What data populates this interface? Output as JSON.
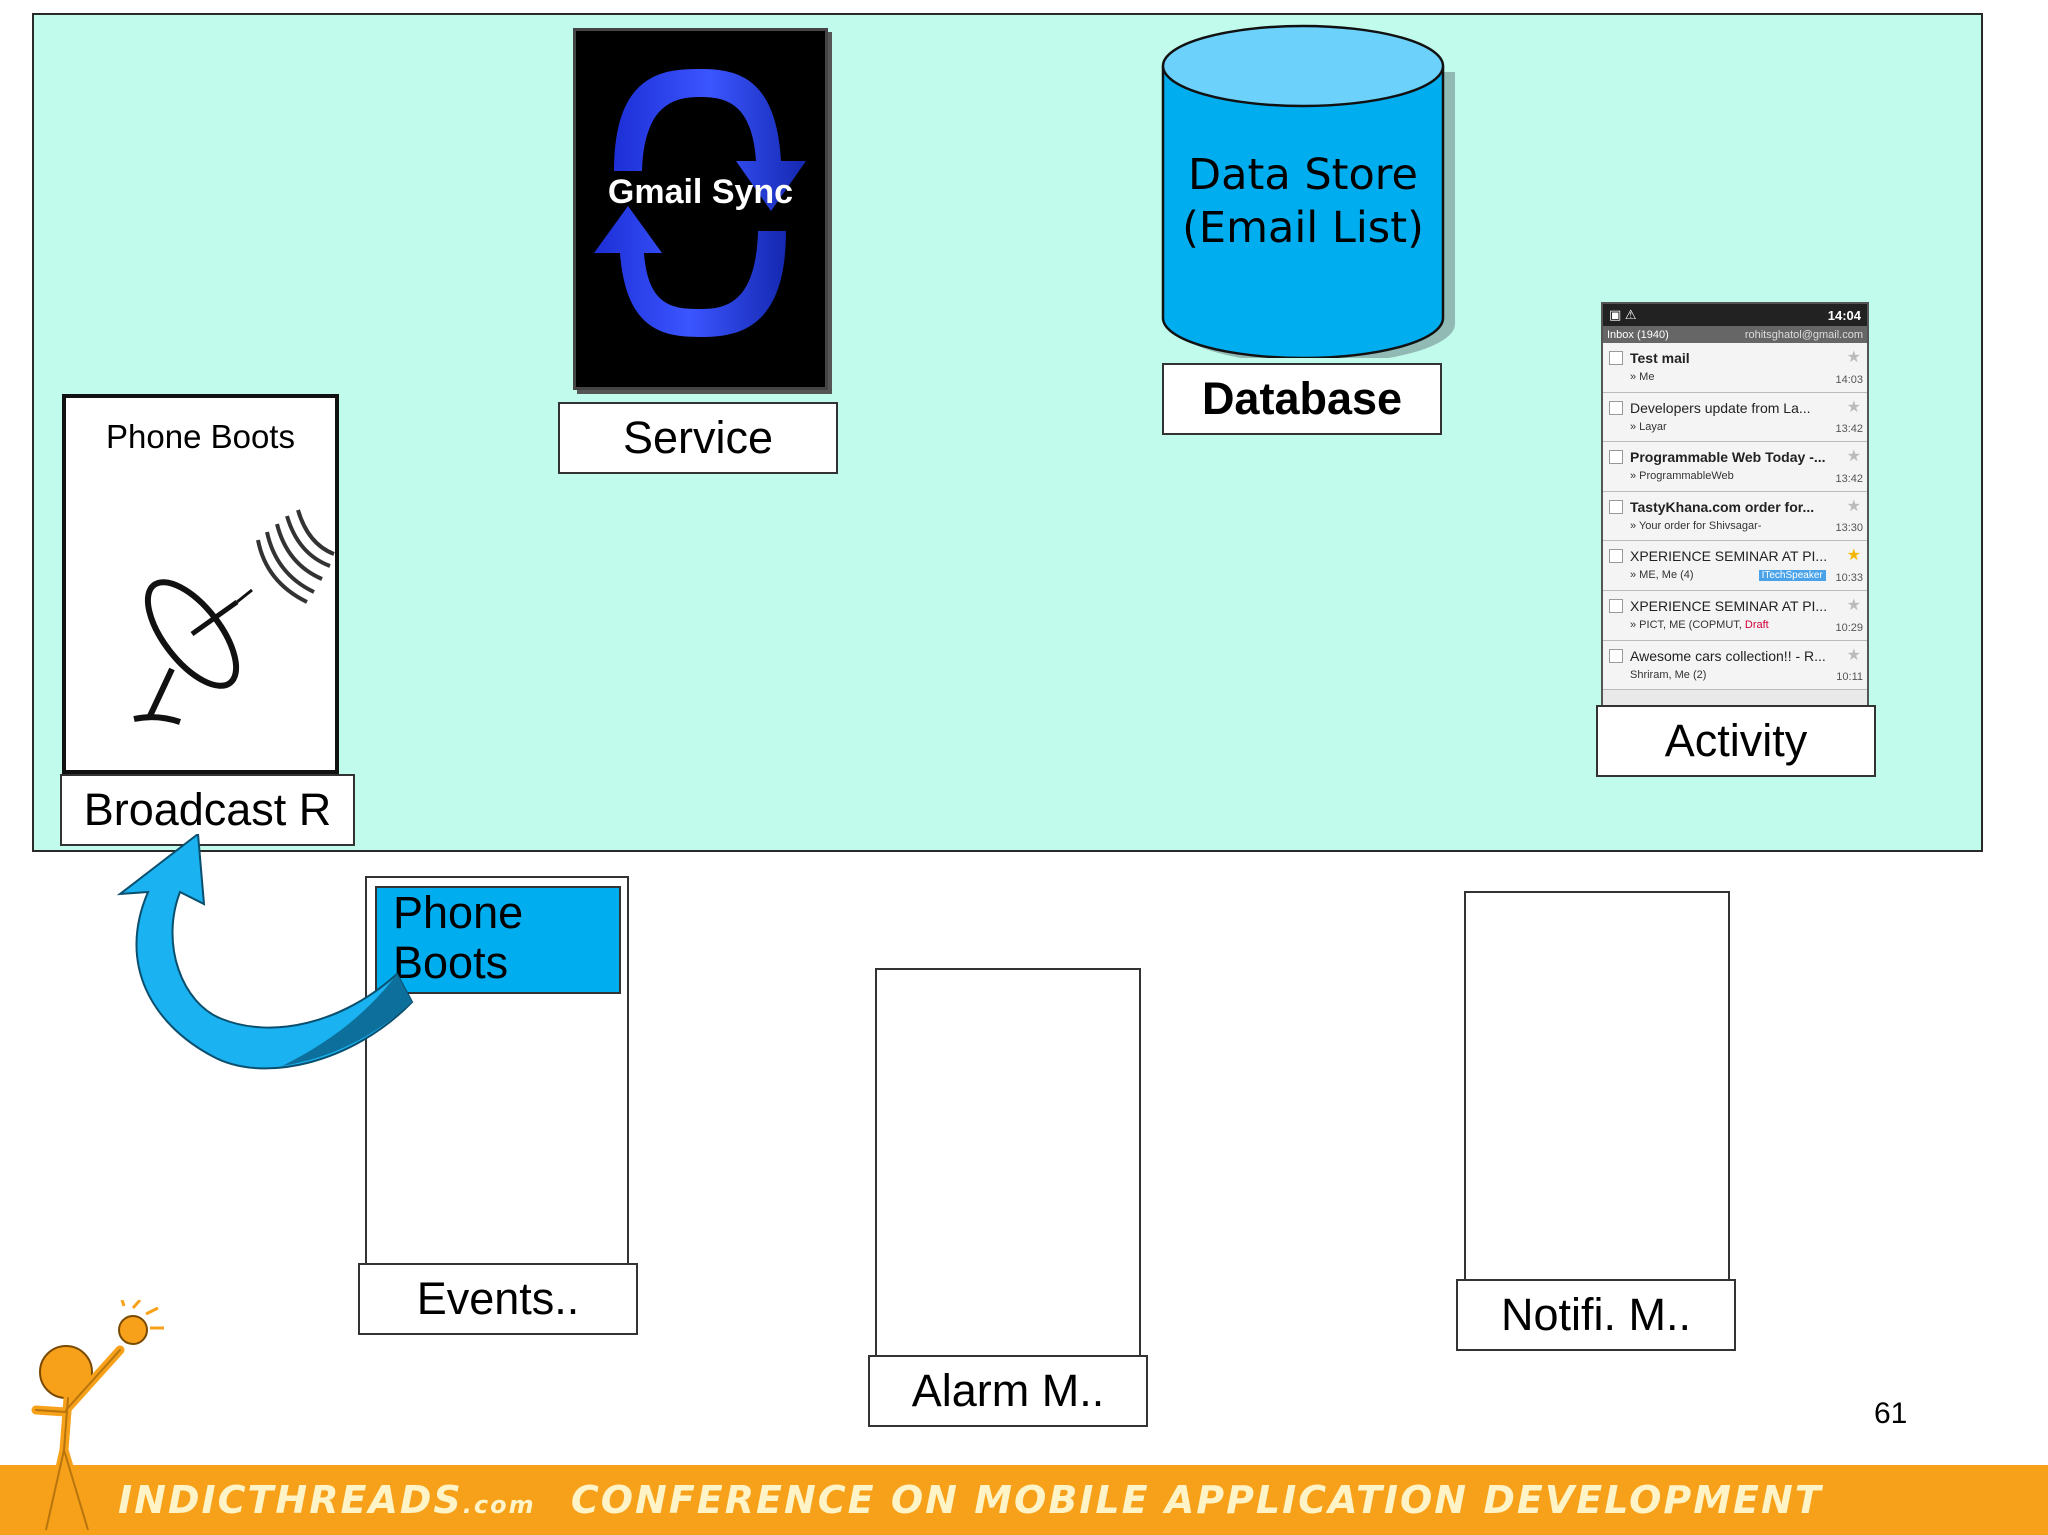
{
  "diagram": {
    "broadcast": {
      "caption": "Phone Boots",
      "label": "Broadcast R"
    },
    "service": {
      "overlay": "Gmail Sync",
      "label": "Service"
    },
    "database": {
      "cylinder_text_line1": "Data Store",
      "cylinder_text_line2": "(Email List)",
      "label": "Database"
    },
    "activity": {
      "label": "Activity"
    },
    "events": {
      "highlight_line1": "Phone",
      "highlight_line2": "Boots",
      "label": "Events.."
    },
    "alarm": {
      "label": "Alarm M.."
    },
    "notification": {
      "label": "Notifi. M.."
    }
  },
  "phone_screen": {
    "time": "14:04",
    "inbox": "Inbox (1940)",
    "account": "rohitsghatol@gmail.com",
    "messages": [
      {
        "subject": "Test mail",
        "from": "» Me",
        "time": "14:03"
      },
      {
        "subject": "Developers update from La...",
        "from": "» Layar",
        "time": "13:42"
      },
      {
        "subject": "Programmable Web Today -...",
        "from": "» ProgrammableWeb",
        "time": "13:42"
      },
      {
        "subject": "TastyKhana.com order for...",
        "from": "» Your order for Shivsagar-",
        "time": "13:30"
      },
      {
        "subject": "XPERIENCE SEMINAR AT PI...",
        "from": "» ME, Me (4)",
        "tag": "ITechSpeaker",
        "time": "10:33"
      },
      {
        "subject": "XPERIENCE SEMINAR AT PI...",
        "from": "» PICT, ME (COPMUT,",
        "draft": "Draft",
        "time": "10:29"
      },
      {
        "subject": "Awesome cars collection!! - R...",
        "from": "Shriram, Me (2)",
        "time": "10:11"
      }
    ]
  },
  "slide_number": "61",
  "footer": {
    "site": "INDICTHREADS",
    "dotcom": ".com",
    "tagline": "CONFERENCE ON MOBILE APPLICATION DEVELOPMENT"
  },
  "colors": {
    "panel": "#c0fbeb",
    "cylinder": "#00aeef",
    "arrow": "#1ab2f0",
    "footer": "#f7a11a",
    "highlight": "#00aeef"
  }
}
